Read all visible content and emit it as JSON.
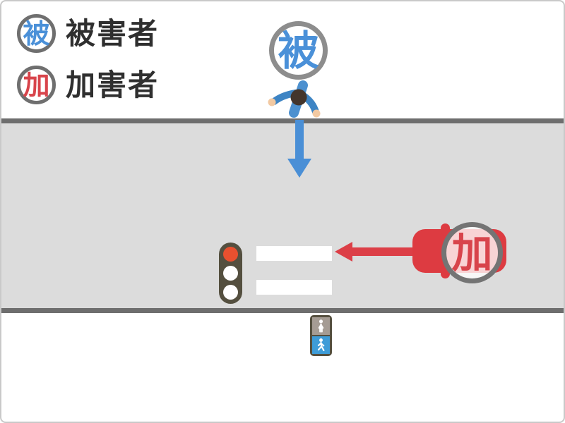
{
  "legend": {
    "items": [
      {
        "symbol": "被",
        "label": "被害者"
      },
      {
        "symbol": "加",
        "label": "加害者"
      }
    ]
  },
  "scene": {
    "pedestrian_badge": "被",
    "car_badge": "加",
    "pedestrian_arrow_direction": "down",
    "car_arrow_direction": "left",
    "vehicle_signal_state": "red",
    "pedestrian_signal_state": "walk"
  },
  "colors": {
    "victim_blue": "#4a90d8",
    "offender_red": "#d8444b",
    "car_red": "#dd3b41",
    "arrow_blue": "#4a8fd6",
    "arrow_red": "#dc3f47",
    "road_surface": "#dcdcdc",
    "road_edge": "#6e6e6e",
    "signal_body": "#544f3f",
    "signal_stop_lamp": "#e8502f",
    "walk_lamp_blue": "#3e9cd8",
    "dont_walk_lamp_gray": "#a59c94"
  }
}
